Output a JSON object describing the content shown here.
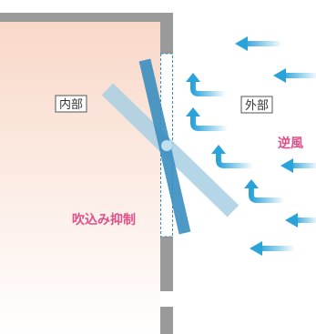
{
  "labels": {
    "inside": "内部",
    "outside": "外部",
    "backwind": "逆風",
    "suppression": "吹込み抑制"
  },
  "colors": {
    "wall": "#9a9a9a",
    "room_top": "#f8d8c8",
    "room_bottom": "#ffffff",
    "arrow": "#2aa3db",
    "arrow_fade": "#ffffff",
    "louver_dark": "#3a8ec0",
    "louver_light": "#a8cfe3",
    "accent_text": "#e0508a",
    "label_text": "#333333",
    "label_border": "#555555"
  }
}
